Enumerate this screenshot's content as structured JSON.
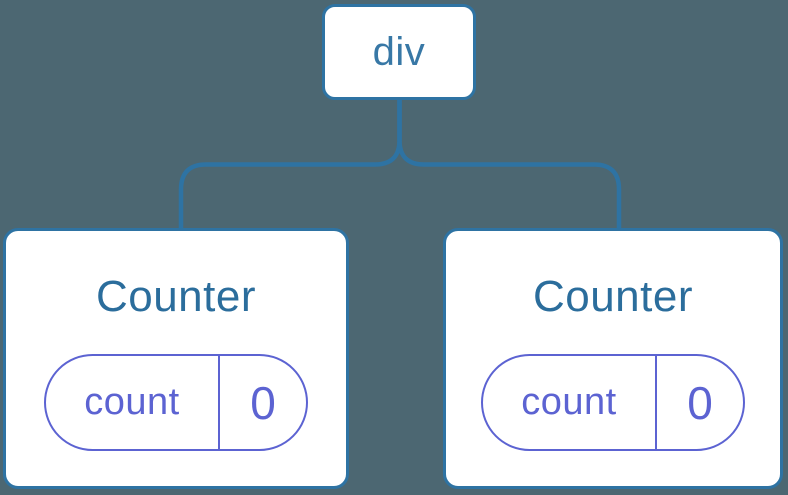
{
  "diagram": {
    "description": "Component tree with shared parent and two independent stateful children",
    "root": {
      "label": "div"
    },
    "children": [
      {
        "title": "Counter",
        "state": {
          "key": "count",
          "value": "0"
        }
      },
      {
        "title": "Counter",
        "state": {
          "key": "count",
          "value": "0"
        }
      }
    ],
    "colors": {
      "background": "#4c6772",
      "node_border": "#2e73a3",
      "node_fill": "#ffffff",
      "root_label": "#3878a6",
      "component_title": "#2b6d9c",
      "state_accent": "#5c63d2"
    }
  }
}
